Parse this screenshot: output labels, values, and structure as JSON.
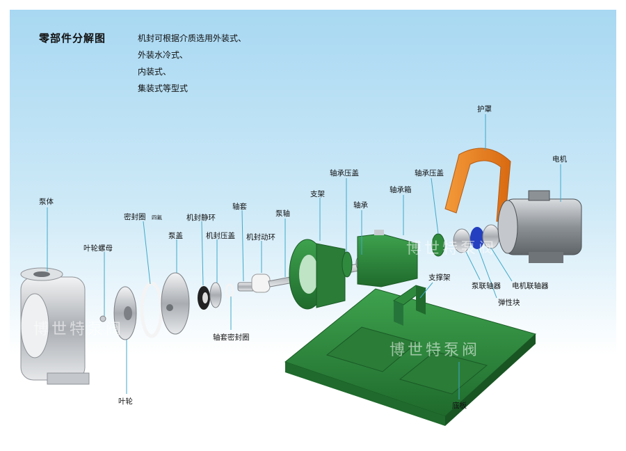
{
  "title": "零部件分解图",
  "description": [
    "机封可根据介质选用外装式、",
    "外装水冷式、",
    "内装式、",
    "集装式等型式"
  ],
  "labels": {
    "pump_body": "泵体",
    "impeller_nut": "叶轮螺母",
    "impeller": "叶轮",
    "seal_ring": "密封圈",
    "seal_ring_note": "四氟",
    "pump_cover": "泵盖",
    "seal_static_ring": "机封静环",
    "seal_gland": "机封压盖",
    "shaft_sleeve": "轴套",
    "sleeve_seal_ring": "轴套密封圈",
    "seal_moving_ring": "机封动环",
    "pump_shaft": "泵轴",
    "bracket": "支架",
    "bearing_cover_1": "轴承压盖",
    "bearing": "轴承",
    "bearing_box": "轴承箱",
    "bearing_cover_2": "轴承压盖",
    "guard": "护罩",
    "motor": "电机",
    "support_frame": "支撑架",
    "pump_coupling": "泵联轴器",
    "motor_coupling": "电机联轴器",
    "elastic_block": "弹性块",
    "base_plate": "底板"
  },
  "watermarks": [
    "博世特泵阀",
    "博世特泵阀",
    "博世特泵阀"
  ],
  "colors": {
    "green": "#2f8a3e",
    "green_dark": "#1f6a2c",
    "orange": "#e8801f",
    "steel": "#b8bcc0",
    "leader": "#3fa9c9"
  }
}
